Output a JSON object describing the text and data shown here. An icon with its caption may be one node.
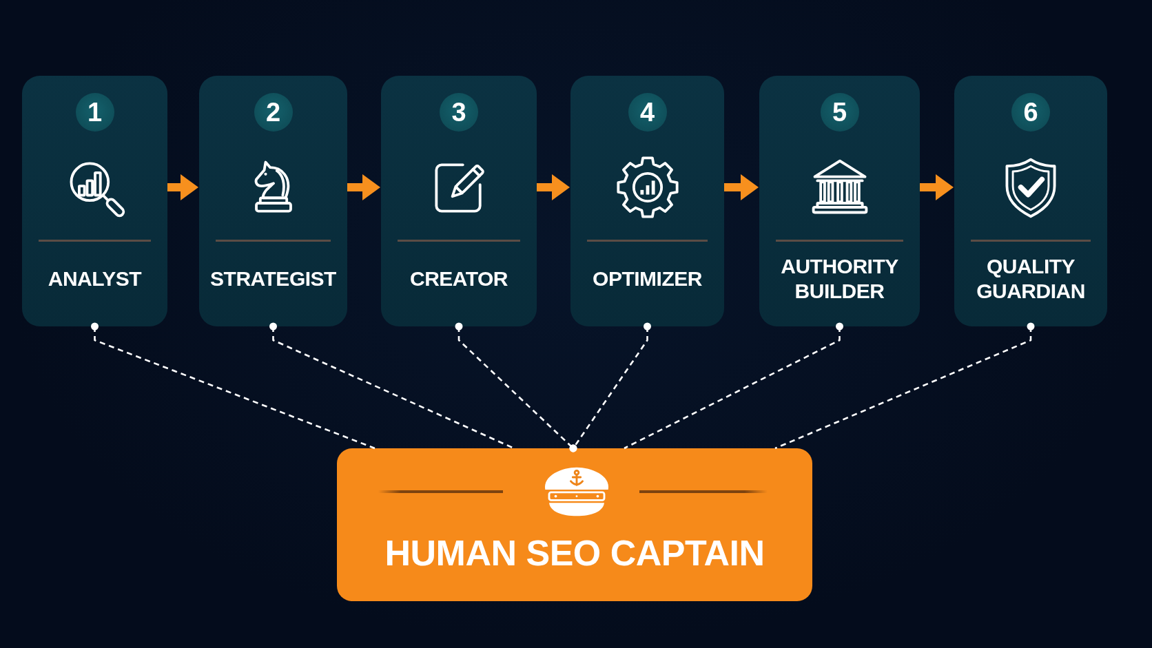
{
  "diagram": {
    "nodes": [
      {
        "text": [
          "ANALYST"
        ]
      },
      {
        "text": [
          "1"
        ],
        "in": 0
      },
      {
        "text": [
          "STRATEGIST"
        ]
      },
      {
        "text": [
          "2"
        ],
        "in": 2
      },
      {
        "text": [
          "CREATOR"
        ]
      },
      {
        "text": [
          "3"
        ],
        "in": 4
      },
      {
        "text": [
          "OPTIMIZER"
        ]
      },
      {
        "text": [
          "4"
        ],
        "in": 6
      },
      {
        "text": [
          "AUTHORITY BUILDER"
        ]
      },
      {
        "text": [
          "5"
        ],
        "in": 8
      },
      {
        "text": [
          "QUALITY GUARDIAN"
        ]
      },
      {
        "text": [
          "6"
        ],
        "in": 10
      },
      {
        "text": [
          "HUMAN SEO CAPTAIN"
        ]
      }
    ],
    "edges": [
      {
        "from": 0,
        "to": 2,
        "arrow": "to",
        "style": "thick",
        "color": "#f7901e"
      },
      {
        "from": 2,
        "to": 4,
        "arrow": "to",
        "style": "thick",
        "color": "#f7901e"
      },
      {
        "from": 4,
        "to": 6,
        "arrow": "to",
        "style": "thick",
        "color": "#f7901e"
      },
      {
        "from": 6,
        "to": 8,
        "arrow": "to",
        "style": "thick",
        "color": "#f7901e"
      },
      {
        "from": 8,
        "to": 10,
        "arrow": "to",
        "style": "thick",
        "color": "#f7901e"
      },
      {
        "from": 0,
        "to": 12,
        "arrow": "other",
        "style": "dashed"
      },
      {
        "from": 2,
        "to": 12,
        "arrow": "other",
        "style": "dashed"
      },
      {
        "from": 4,
        "to": 12,
        "arrow": "other",
        "style": "dashed"
      },
      {
        "from": 6,
        "to": 12,
        "arrow": "other",
        "style": "dashed"
      },
      {
        "from": 8,
        "to": 12,
        "arrow": "other",
        "style": "dashed"
      },
      {
        "from": 10,
        "to": 12,
        "arrow": "other",
        "style": "dashed"
      }
    ]
  }
}
